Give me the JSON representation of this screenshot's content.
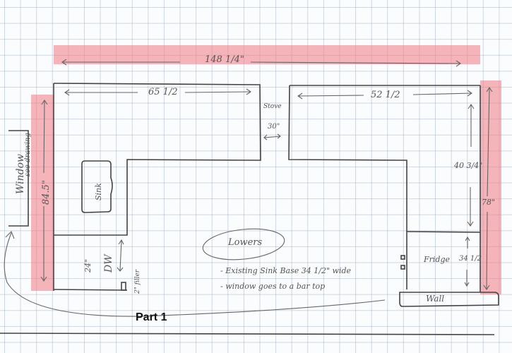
{
  "colors": {
    "highlight": "#f48c94",
    "pencil": "#555555",
    "grid": "#b8c7d6"
  },
  "dimensions": {
    "total_width": "148 1/4\"",
    "left_run": "65 1/2",
    "right_run": "52 1/2",
    "stove_gap_label": "Stove",
    "stove_gap": "30\"",
    "left_depth": "84.5\"",
    "right_upper": "40 3/4\"",
    "right_total": "78\"",
    "dishwasher": "24\"",
    "filler": "2\" filler",
    "fridge": "34 1/2"
  },
  "labels": {
    "window": "Window",
    "see_drawing": "see drawing",
    "sink": "Sink",
    "dishwasher": "DW",
    "fridge": "Fridge",
    "wall": "Wall",
    "part": "Part 1"
  },
  "notes": {
    "title": "Lowers",
    "items": [
      "- Existing Sink Base 34 1/2\" wide",
      "- window goes to a bar top"
    ]
  }
}
